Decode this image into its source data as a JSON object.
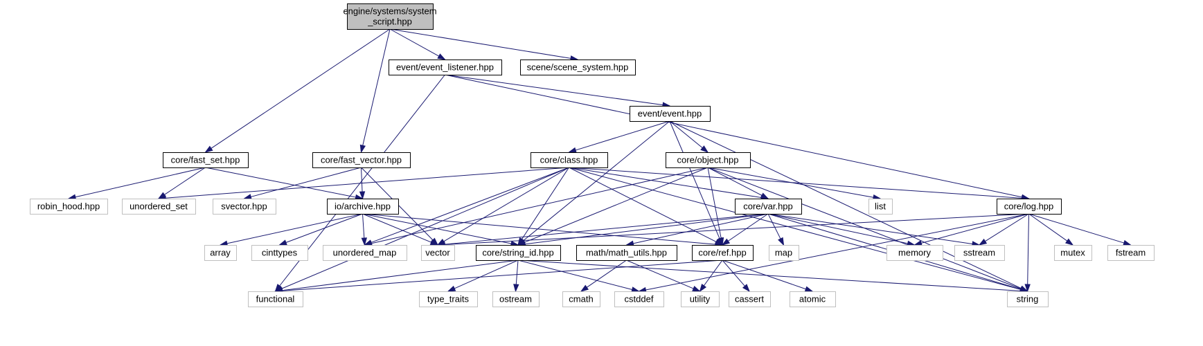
{
  "graph": {
    "title": "Include dependency graph",
    "colors": {
      "root_fill": "#bfbfbf",
      "root_stroke": "#000000",
      "internal_stroke": "#000000",
      "external_stroke": "#bfbfbf",
      "edge": "#191970"
    },
    "nodes": [
      {
        "id": "root",
        "lines": [
          "engine/systems/system",
          "_script.hpp"
        ],
        "kind": "root"
      },
      {
        "id": "event_listener",
        "lines": [
          "event/event_listener.hpp"
        ],
        "kind": "internal"
      },
      {
        "id": "scene_system",
        "lines": [
          "scene/scene_system.hpp"
        ],
        "kind": "internal"
      },
      {
        "id": "event",
        "lines": [
          "event/event.hpp"
        ],
        "kind": "internal"
      },
      {
        "id": "fast_set",
        "lines": [
          "core/fast_set.hpp"
        ],
        "kind": "internal"
      },
      {
        "id": "fast_vector",
        "lines": [
          "core/fast_vector.hpp"
        ],
        "kind": "internal"
      },
      {
        "id": "class",
        "lines": [
          "core/class.hpp"
        ],
        "kind": "internal"
      },
      {
        "id": "object",
        "lines": [
          "core/object.hpp"
        ],
        "kind": "internal"
      },
      {
        "id": "robin_hood",
        "lines": [
          "robin_hood.hpp"
        ],
        "kind": "external"
      },
      {
        "id": "unordered_set",
        "lines": [
          "unordered_set"
        ],
        "kind": "external"
      },
      {
        "id": "svector",
        "lines": [
          "svector.hpp"
        ],
        "kind": "external"
      },
      {
        "id": "archive",
        "lines": [
          "io/archive.hpp"
        ],
        "kind": "internal"
      },
      {
        "id": "var",
        "lines": [
          "core/var.hpp"
        ],
        "kind": "internal"
      },
      {
        "id": "list",
        "lines": [
          "list"
        ],
        "kind": "external"
      },
      {
        "id": "log",
        "lines": [
          "core/log.hpp"
        ],
        "kind": "internal"
      },
      {
        "id": "array",
        "lines": [
          "array"
        ],
        "kind": "external"
      },
      {
        "id": "cinttypes",
        "lines": [
          "cinttypes"
        ],
        "kind": "external"
      },
      {
        "id": "unordered_map",
        "lines": [
          "unordered_map"
        ],
        "kind": "external"
      },
      {
        "id": "vector",
        "lines": [
          "vector"
        ],
        "kind": "external"
      },
      {
        "id": "string_id",
        "lines": [
          "core/string_id.hpp"
        ],
        "kind": "internal"
      },
      {
        "id": "math_utils",
        "lines": [
          "math/math_utils.hpp"
        ],
        "kind": "internal"
      },
      {
        "id": "ref",
        "lines": [
          "core/ref.hpp"
        ],
        "kind": "internal"
      },
      {
        "id": "map",
        "lines": [
          "map"
        ],
        "kind": "external"
      },
      {
        "id": "memory",
        "lines": [
          "memory"
        ],
        "kind": "external"
      },
      {
        "id": "sstream",
        "lines": [
          "sstream"
        ],
        "kind": "external"
      },
      {
        "id": "mutex",
        "lines": [
          "mutex"
        ],
        "kind": "external"
      },
      {
        "id": "fstream",
        "lines": [
          "fstream"
        ],
        "kind": "external"
      },
      {
        "id": "functional",
        "lines": [
          "functional"
        ],
        "kind": "external"
      },
      {
        "id": "type_traits",
        "lines": [
          "type_traits"
        ],
        "kind": "external"
      },
      {
        "id": "ostream",
        "lines": [
          "ostream"
        ],
        "kind": "external"
      },
      {
        "id": "cmath",
        "lines": [
          "cmath"
        ],
        "kind": "external"
      },
      {
        "id": "cstddef",
        "lines": [
          "cstddef"
        ],
        "kind": "external"
      },
      {
        "id": "utility",
        "lines": [
          "utility"
        ],
        "kind": "external"
      },
      {
        "id": "cassert",
        "lines": [
          "cassert"
        ],
        "kind": "external"
      },
      {
        "id": "atomic",
        "lines": [
          "atomic"
        ],
        "kind": "external"
      },
      {
        "id": "string",
        "lines": [
          "string"
        ],
        "kind": "external"
      }
    ],
    "edges": [
      {
        "from": "root",
        "to": "event_listener"
      },
      {
        "from": "root",
        "to": "scene_system"
      },
      {
        "from": "root",
        "to": "fast_set"
      },
      {
        "from": "root",
        "to": "fast_vector"
      },
      {
        "from": "event_listener",
        "to": "event"
      },
      {
        "from": "event_listener",
        "to": "functional"
      },
      {
        "from": "event_listener",
        "to": "log"
      },
      {
        "from": "event",
        "to": "class"
      },
      {
        "from": "event",
        "to": "object"
      },
      {
        "from": "event",
        "to": "string_id"
      },
      {
        "from": "event",
        "to": "ref"
      },
      {
        "from": "event",
        "to": "string"
      },
      {
        "from": "fast_set",
        "to": "robin_hood"
      },
      {
        "from": "fast_set",
        "to": "unordered_set"
      },
      {
        "from": "fast_set",
        "to": "archive"
      },
      {
        "from": "fast_vector",
        "to": "svector"
      },
      {
        "from": "fast_vector",
        "to": "archive"
      },
      {
        "from": "fast_vector",
        "to": "vector"
      },
      {
        "from": "class",
        "to": "unordered_set"
      },
      {
        "from": "class",
        "to": "functional"
      },
      {
        "from": "class",
        "to": "unordered_map"
      },
      {
        "from": "class",
        "to": "vector"
      },
      {
        "from": "class",
        "to": "string_id"
      },
      {
        "from": "class",
        "to": "ref"
      },
      {
        "from": "class",
        "to": "var"
      },
      {
        "from": "class",
        "to": "string"
      },
      {
        "from": "class",
        "to": "log"
      },
      {
        "from": "object",
        "to": "unordered_map"
      },
      {
        "from": "object",
        "to": "string_id"
      },
      {
        "from": "object",
        "to": "ref"
      },
      {
        "from": "object",
        "to": "var"
      },
      {
        "from": "object",
        "to": "list"
      },
      {
        "from": "object",
        "to": "string"
      },
      {
        "from": "archive",
        "to": "array"
      },
      {
        "from": "archive",
        "to": "cinttypes"
      },
      {
        "from": "archive",
        "to": "unordered_map"
      },
      {
        "from": "archive",
        "to": "vector"
      },
      {
        "from": "archive",
        "to": "string_id"
      },
      {
        "from": "archive",
        "to": "ref"
      },
      {
        "from": "var",
        "to": "vector"
      },
      {
        "from": "var",
        "to": "string_id"
      },
      {
        "from": "var",
        "to": "math_utils"
      },
      {
        "from": "var",
        "to": "ref"
      },
      {
        "from": "var",
        "to": "map"
      },
      {
        "from": "var",
        "to": "memory"
      },
      {
        "from": "var",
        "to": "sstream"
      },
      {
        "from": "var",
        "to": "string"
      },
      {
        "from": "log",
        "to": "vector"
      },
      {
        "from": "log",
        "to": "memory"
      },
      {
        "from": "log",
        "to": "sstream"
      },
      {
        "from": "log",
        "to": "mutex"
      },
      {
        "from": "log",
        "to": "fstream"
      },
      {
        "from": "log",
        "to": "cstddef"
      },
      {
        "from": "log",
        "to": "string"
      },
      {
        "from": "string_id",
        "to": "functional"
      },
      {
        "from": "string_id",
        "to": "type_traits"
      },
      {
        "from": "string_id",
        "to": "ostream"
      },
      {
        "from": "string_id",
        "to": "cstddef"
      },
      {
        "from": "string_id",
        "to": "string"
      },
      {
        "from": "math_utils",
        "to": "cmath"
      },
      {
        "from": "math_utils",
        "to": "utility"
      },
      {
        "from": "ref",
        "to": "functional"
      },
      {
        "from": "ref",
        "to": "utility"
      },
      {
        "from": "ref",
        "to": "cassert"
      },
      {
        "from": "ref",
        "to": "atomic"
      }
    ]
  }
}
